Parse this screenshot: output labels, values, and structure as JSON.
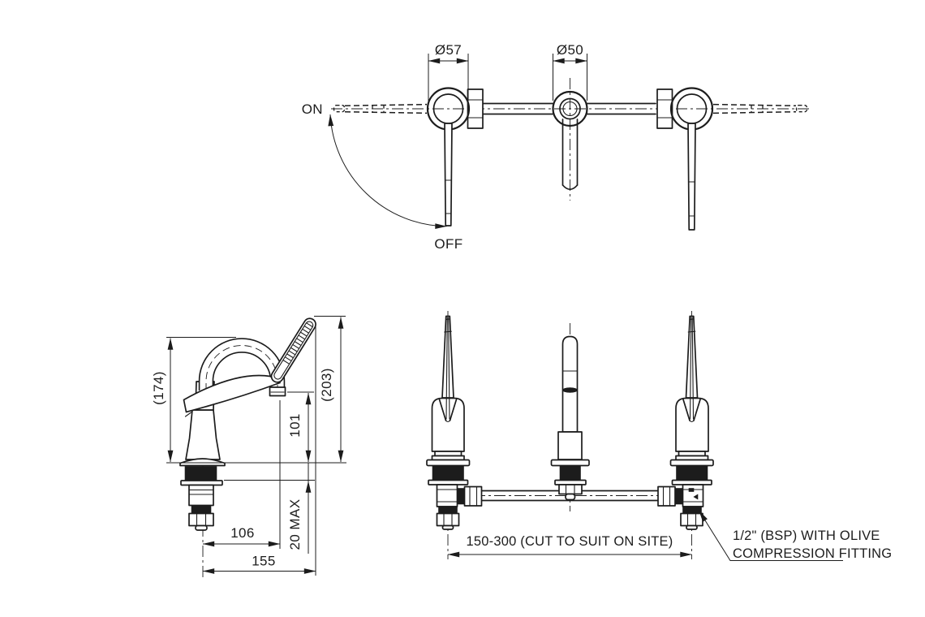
{
  "colors": {
    "ink": "#1c1c1c",
    "background": "#ffffff"
  },
  "views": {
    "plan": {
      "dia_handle": "Ø57",
      "dia_spout": "Ø50",
      "on_label": "ON",
      "off_label": "OFF"
    },
    "side": {
      "height_total": "(203)",
      "height_spout": "(174)",
      "height_outlet": "101",
      "deck_thickness": "20 MAX",
      "reach_outlet": "106",
      "reach_lever": "155"
    },
    "front": {
      "centres": "150-300 (CUT TO SUIT ON SITE)",
      "note_line1": "1/2\" (BSP) WITH OLIVE",
      "note_line2": "COMPRESSION FITTING"
    }
  }
}
